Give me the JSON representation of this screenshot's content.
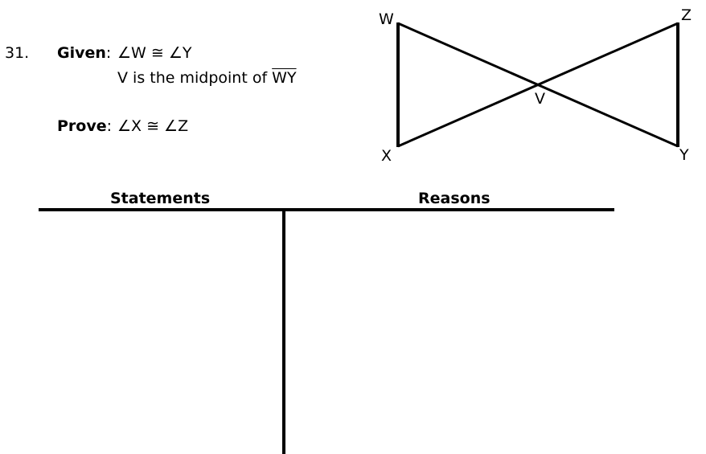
{
  "problem": {
    "number": "31.",
    "given_label": "Given",
    "given_line1": "∠W ≅ ∠Y",
    "given_line2_prefix": "V is the midpoint of ",
    "given_line2_segment": "WY",
    "prove_label": "Prove",
    "prove_statement": "∠X ≅ ∠Z",
    "colon": ":"
  },
  "figure": {
    "labels": {
      "W": "W",
      "Z": "Z",
      "X": "X",
      "Y": "Y",
      "V": "V"
    }
  },
  "proof_table": {
    "statements_header": "Statements",
    "reasons_header": "Reasons"
  }
}
